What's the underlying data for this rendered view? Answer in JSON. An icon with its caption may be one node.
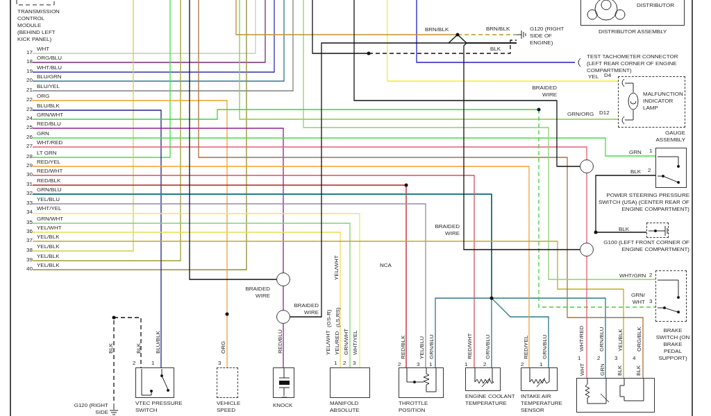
{
  "diagram": {
    "nodes": [
      {
        "text": [
          "TRANSMISSION CONTROL MODULE (BEHIND LEFT KICK PANEL)"
        ]
      },
      {
        "text": [
          "DISTRIBUTOR"
        ],
        "beside": [
          "DISTRIBUTOR ASSEMBLY"
        ]
      },
      {
        "text": [
          "G120 (RIGHT SIDE OF ENGINE)"
        ]
      },
      {
        "text": [
          "TEST TACHOMETER CONNECTOR (LEFT REAR CORNER OF ENGINE COMPARTMENT)"
        ]
      },
      {
        "text": [],
        "shape": "box",
        "beside": [
          "GAUGE ASSEMBLY"
        ]
      },
      {
        "text": [
          "MALFUNCTION INDICATOR LAMP"
        ],
        "in": 4
      },
      {
        "text": [],
        "shape": "box",
        "beside": [
          "POWER STEERING PRESSURE SWITCH (USA) (CENTER REAR OF ENGINE COMPARTMENT)"
        ]
      },
      {
        "text": [],
        "shape": "box",
        "beside": [
          "G100 (LEFT FRONT CORNER OF ENGINE COMPARTMENT)"
        ]
      },
      {
        "text": [],
        "shape": "box",
        "beside": [
          "BRAKE SWITCH (ON BRAKE PEDAL SUPPORT)"
        ]
      },
      {
        "text": [
          "G120 (RIGHT SIDE"
        ]
      },
      {
        "text": [],
        "shape": "box",
        "beside": [
          "VTEC PRESSURE SWITCH"
        ]
      },
      {
        "text": [],
        "shape": "box",
        "beside": [
          "VEHICLE SPEED"
        ]
      },
      {
        "text": [],
        "shape": "box",
        "beside": [
          "KNOCK"
        ]
      },
      {
        "text": [],
        "shape": "box",
        "beside": [
          "MANIFOLD ABSOLUTE"
        ]
      },
      {
        "text": [],
        "shape": "box",
        "beside": [
          "THROTTLE POSITION"
        ]
      },
      {
        "text": [],
        "shape": "box",
        "beside": [
          "ENGINE COOLANT TEMPERATURE"
        ]
      },
      {
        "text": [],
        "shape": "box",
        "beside": [
          "INTAKE AIR TEMPERATURE SENSOR"
        ]
      },
      {
        "text": [],
        "shape": "box"
      },
      {
        "text": [],
        "shape": "circle"
      },
      {
        "text": [],
        "shape": "circle"
      },
      {
        "text": [],
        "shape": "circle"
      },
      {
        "text": [],
        "shape": "circle"
      },
      {
        "text": [
          "17"
        ],
        "beside": [
          "WHT"
        ]
      },
      {
        "text": [
          "18"
        ],
        "beside": [
          "ORG/BLU"
        ]
      },
      {
        "text": [
          "19"
        ],
        "beside": [
          "WHT/BLU"
        ]
      },
      {
        "text": [
          "20"
        ],
        "beside": [
          "BLU/GRN"
        ]
      },
      {
        "text": [
          "21"
        ],
        "beside": [
          "BLU/YEL"
        ]
      },
      {
        "text": [
          "22"
        ],
        "beside": [
          "ORG"
        ]
      },
      {
        "text": [
          "23"
        ],
        "beside": [
          "BLU/BLK"
        ]
      },
      {
        "text": [
          "24"
        ],
        "beside": [
          "GRN/WHT"
        ]
      },
      {
        "text": [
          "25"
        ],
        "beside": [
          "RED/BLU"
        ]
      },
      {
        "text": [
          "26"
        ],
        "beside": [
          "GRN"
        ]
      },
      {
        "text": [
          "27"
        ],
        "beside": [
          "WHT/RED"
        ]
      },
      {
        "text": [
          "28"
        ],
        "beside": [
          "LT GRN"
        ]
      },
      {
        "text": [
          "29"
        ],
        "beside": [
          "RED/YEL"
        ]
      },
      {
        "text": [
          "30"
        ],
        "beside": [
          "RED/WHT"
        ]
      },
      {
        "text": [
          "31"
        ],
        "beside": [
          "RED/BLK"
        ]
      },
      {
        "text": [
          "32"
        ],
        "beside": [
          "GRN/BLU"
        ]
      },
      {
        "text": [
          "33"
        ],
        "beside": [
          "YEL/BLU"
        ]
      },
      {
        "text": [
          "34"
        ],
        "beside": [
          "WHT/YEL"
        ]
      },
      {
        "text": [
          "35"
        ],
        "beside": [
          "GRN/WHT"
        ]
      },
      {
        "text": [
          "36"
        ],
        "beside": [
          "YEL/WHT"
        ]
      },
      {
        "text": [
          "37"
        ],
        "beside": [
          "YEL/BLK"
        ]
      },
      {
        "text": [
          "38"
        ],
        "beside": [
          "YEL/BLK"
        ]
      },
      {
        "text": [
          "39"
        ],
        "beside": [
          "YEL/BLK"
        ]
      },
      {
        "text": [
          "40"
        ],
        "beside": [
          "YEL/BLK"
        ]
      }
    ],
    "edges": [
      {
        "from": 28,
        "to": 10,
        "arrow": "none",
        "color": "#20208a"
      },
      {
        "from": 9,
        "to": 10,
        "arrow": "none",
        "style": "dashed"
      },
      {
        "from": 27,
        "to": 11,
        "arrow": "none",
        "color": "#f0a030"
      },
      {
        "from": 30,
        "to": 20,
        "arrow": "none",
        "color": "#902090"
      },
      {
        "from": 41,
        "to": 13,
        "arrow": "none",
        "color": "#e8e050"
      },
      {
        "from": 40,
        "to": 13,
        "arrow": "none",
        "color": "#80d080"
      },
      {
        "from": 39,
        "to": 13,
        "arrow": "none",
        "color": "#e8e870"
      },
      {
        "from": 36,
        "to": 14,
        "arrow": "none",
        "color": "#c01828"
      },
      {
        "from": 38,
        "to": 14,
        "arrow": "none",
        "color": "#9090a8"
      },
      {
        "from": 37,
        "to": 14,
        "arrow": "none",
        "color": "#2a7888"
      },
      {
        "from": 37,
        "to": 15,
        "arrow": "none",
        "color": "#2a7888"
      },
      {
        "from": 37,
        "to": 16,
        "arrow": "none",
        "color": "#2a7888"
      },
      {
        "from": 37,
        "to": 17,
        "arrow": "none",
        "color": "#2a7888"
      },
      {
        "from": 35,
        "to": 15,
        "arrow": "none",
        "color": "#d85060"
      },
      {
        "from": 34,
        "to": 16,
        "arrow": "none",
        "color": "#f0a030"
      },
      {
        "from": 32,
        "to": 18,
        "arrow": "none",
        "color": "#e06070"
      },
      {
        "from": 31,
        "to": 6,
        "arrow": "none",
        "color": "#40e040"
      },
      {
        "from": null,
        "to": 4,
        "arrow": "none",
        "color": "#90c840"
      },
      {
        "from": 42,
        "to": 17,
        "arrow": "none",
        "color": "#b8b020"
      },
      {
        "from": null,
        "to": 17,
        "arrow": "none",
        "color": "#a87040"
      },
      {
        "from": null,
        "to": 8,
        "arrow": "none",
        "color": "#90d070"
      },
      {
        "from": 29,
        "to": 8,
        "arrow": "none",
        "style": "dashed",
        "color": "#40d040"
      },
      {
        "from": null,
        "to": 4,
        "arrow": "none",
        "color": "#f0f020"
      },
      {
        "from": null,
        "to": 3,
        "arrow": "none",
        "color": "#2020c0"
      },
      {
        "from": null,
        "to": 2,
        "arrow": "none",
        "style": "dashed",
        "color": "#c09030"
      },
      {
        "from": null,
        "to": 2,
        "arrow": "none",
        "style": "dashed"
      },
      {
        "from": 7,
        "to": 6,
        "arrow": "none"
      },
      {
        "from": null,
        "to": 18,
        "arrow": "none"
      },
      {
        "from": null,
        "to": 20,
        "arrow": "none"
      },
      {
        "from": 2,
        "to": 21,
        "arrow": "none"
      },
      {
        "from": 2,
        "to": 19,
        "arrow": "none"
      },
      {
        "from": 20,
        "to": 21,
        "arrow": "none",
        "color": "#902090"
      },
      {
        "from": 21,
        "to": 12,
        "arrow": "none",
        "color": "#902090"
      },
      {
        "from": 18,
        "to": 19,
        "arrow": "none",
        "color": "#e06070"
      },
      {
        "from": 19,
        "to": 17,
        "arrow": "none",
        "color": "#e06070"
      }
    ],
    "labels": [
      "BRN/BLK",
      "BRN/BLK",
      "BLK",
      "YEL",
      "D4",
      "BRAIDED WIRE",
      "GRN/ORG",
      "D12",
      "GRN",
      "1",
      "BLK",
      "2",
      "BRAIDED WIRE",
      "BLK",
      "NCA",
      "YEL/WHT",
      "WHT/GRN",
      "2",
      "GRN/ WHT",
      "3",
      "BRAIDED WIRE",
      "BRAIDED WIRE",
      "(GS-R)",
      "(LS,RS)",
      "BLK",
      "BLK",
      "BLU/BLK",
      "ORG",
      "RED/BLU",
      "YEL/WHT",
      "YEL/RED",
      "GRN/WHT",
      "WHT/YEL",
      "RED/BLK",
      "YEL/BLU",
      "GRN/BLU",
      "RED/WHT",
      "GRN/BLU",
      "RED/YEL",
      "GRN/BLU",
      "WHT/RED",
      "GRN/BLU",
      "YEL/BLK",
      "ORG/BLK",
      "2",
      "1",
      "3",
      "1",
      "2",
      "3",
      "2",
      "3",
      "1",
      "1",
      "2",
      "2",
      "1",
      "1",
      "2",
      "3",
      "4",
      "WHT",
      "GRN",
      "BLK",
      "BLK"
    ]
  }
}
